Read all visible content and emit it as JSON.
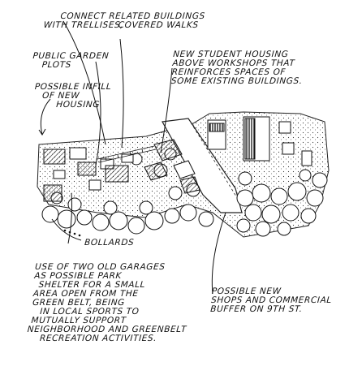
{
  "annotations": {
    "trellises": [
      "CONNECT RELATED BUILDINGS",
      "WITH TRELLISES,",
      "COVERED WALKS"
    ],
    "garden": [
      "PUBLIC GARDEN",
      "PLOTS"
    ],
    "infill": [
      "POSSIBLE INFILL",
      "OF NEW",
      "HOUSING"
    ],
    "student_housing": [
      "NEW STUDENT HOUSING",
      "ABOVE WORKSHOPS THAT",
      "REINFORCES SPACES OF",
      "SOME EXISTING BUILDINGS."
    ],
    "bollards": [
      "BOLLARDS"
    ],
    "garages": [
      "USE OF TWO OLD GARAGES",
      "AS POSSIBLE PARK",
      "SHELTER FOR A SMALL",
      "AREA OPEN FROM THE",
      "GREEN BELT, BEING",
      "IN LOCAL SPORTS TO",
      "MUTUALLY SUPPORT",
      "NEIGHBORHOOD AND GREENBELT",
      "RECREATION ACTIVITIES."
    ],
    "shops": [
      "POSSIBLE NEW",
      "SHOPS AND COMMERCIAL",
      "BUFFER ON 9TH ST."
    ]
  }
}
